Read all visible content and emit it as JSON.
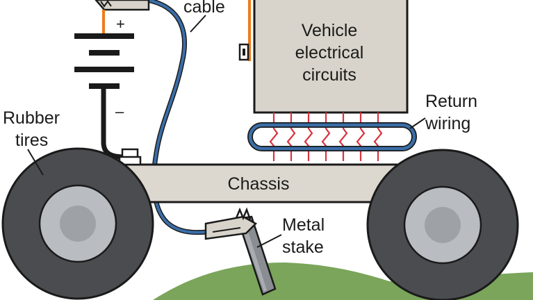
{
  "labels": {
    "cable": "cable",
    "plus": "+",
    "minus": "–",
    "vehicle_line1": "Vehicle",
    "vehicle_line2": "electrical",
    "vehicle_line3": "circuits",
    "return_line1": "Return",
    "return_line2": "wiring",
    "rubber_line1": "Rubber",
    "rubber_line2": "tires",
    "chassis": "Chassis",
    "metal_line1": "Metal",
    "metal_line2": "stake"
  },
  "colors": {
    "cable": "#3a6ea8",
    "orange_wire": "#f07a1a",
    "return_red": "#d9333f",
    "box_fill": "#d8d4cb",
    "chassis_fill": "#dcd8cf",
    "tire": "#4a4c4f",
    "hub": "#b9bcc0",
    "hub_inner": "#9ea2a7",
    "grass": "#7aa55a",
    "outline": "#1a1a1a"
  }
}
